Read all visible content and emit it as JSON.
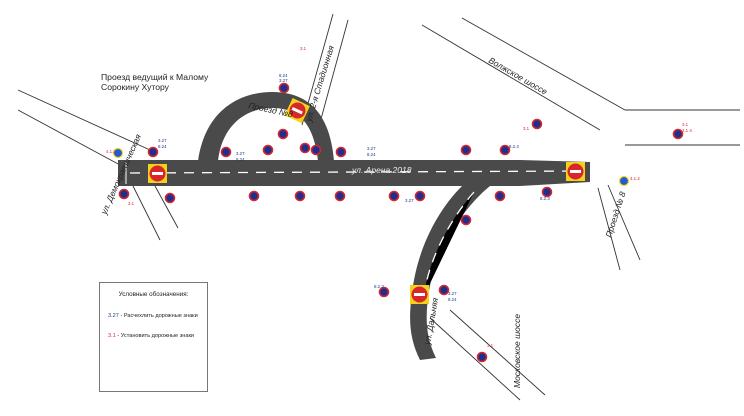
{
  "streets": {
    "arena": "ул. Арена 2018",
    "demokraticheskaya": "ул. Демократическая",
    "stadionnaya": "ул. 2-я Стадионная",
    "proezd_top": "Проезд №8",
    "volzhskoe": "Волжское шоссе",
    "proezd_right": "Проезд № 8",
    "moskovskoe": "Московское шоссе",
    "dalnyaya": "ул. Дальняя"
  },
  "note": "Проезд ведущий к Малому Сорокину Хутору",
  "legend": {
    "title": "Условные обозначения:",
    "row1_code": "3.27",
    "row1_text": " - Расчехлить дорожные знаки",
    "row2_code": "3.1",
    "row2_text": " - Установить дорожные знаки"
  },
  "sign_codes": {
    "c327": "3.27",
    "c824": "8.24",
    "c823": "8.2.3",
    "c31": "3.1",
    "c3114": "3.1 4",
    "c412": "4.1.2"
  },
  "colors": {
    "road": "#4a4a4a",
    "no_stop_blue": "#1f2f8f",
    "red": "#d9262b",
    "label_blue": "#1b3a8c"
  }
}
